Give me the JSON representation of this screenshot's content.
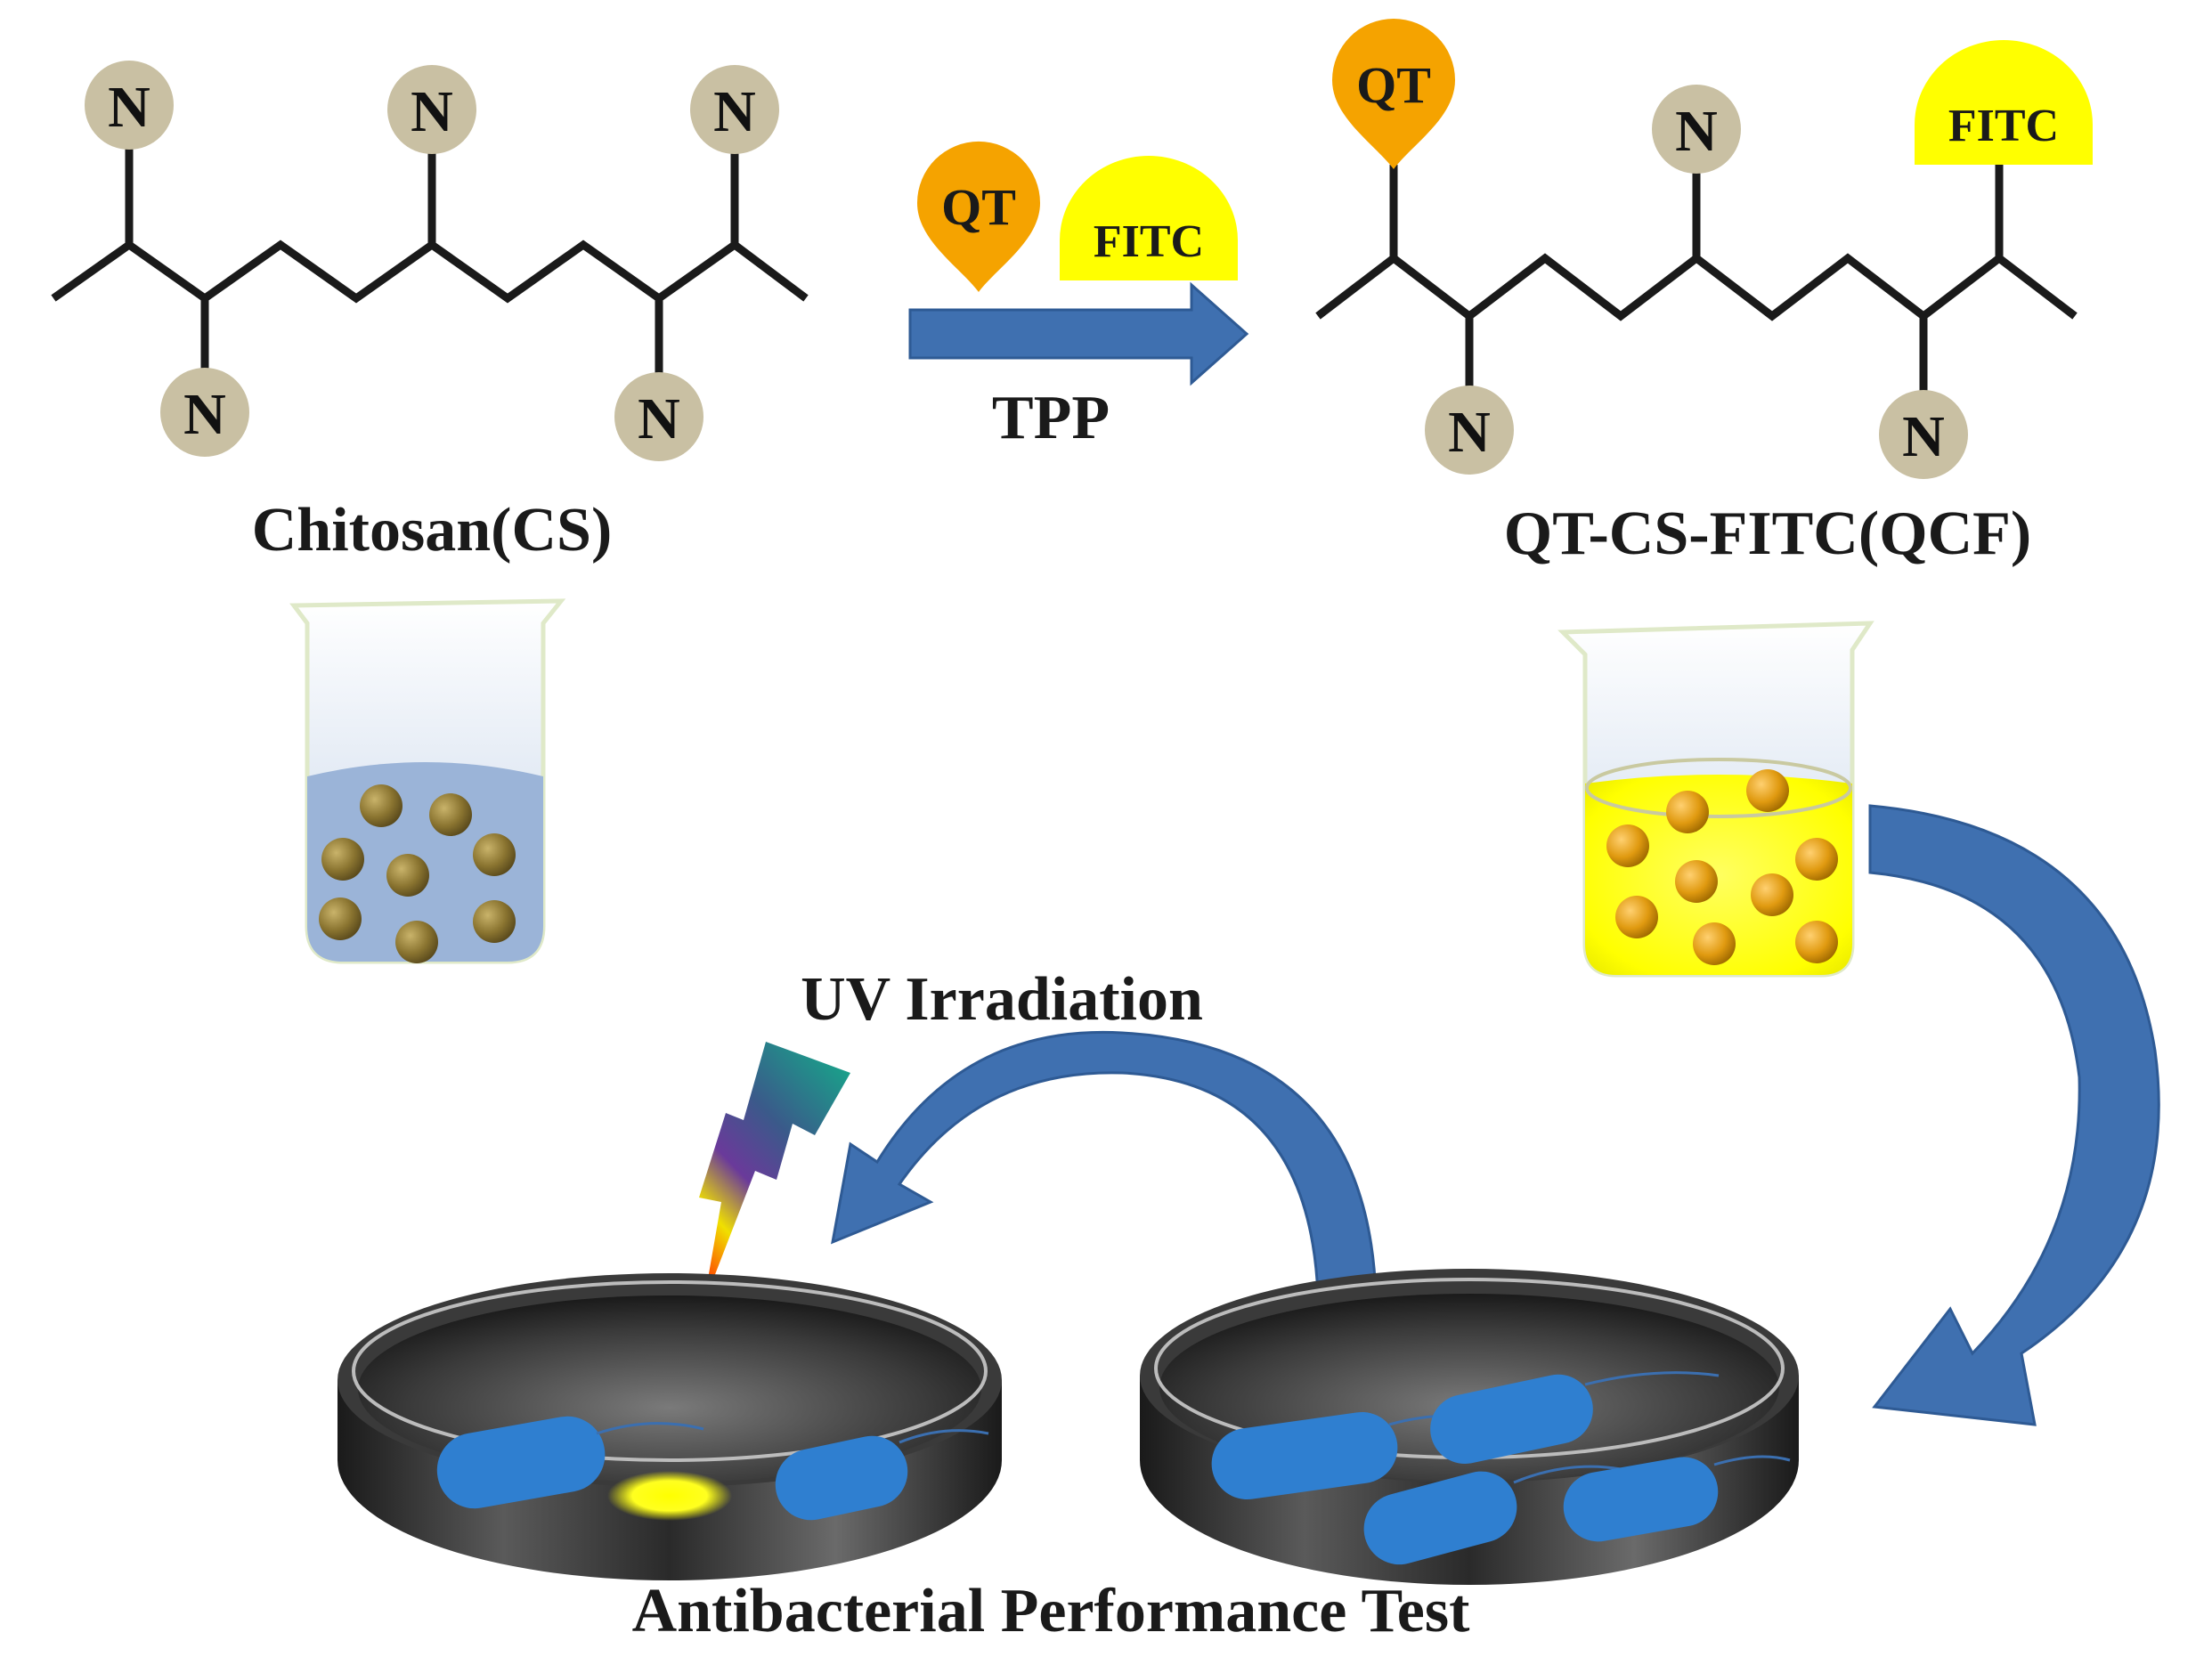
{
  "colors": {
    "background": "#ffffff",
    "bond": "#1a1a1a",
    "n_circle": "#c9c0a3",
    "qt": "#f5a300",
    "fitc": "#ffff00",
    "arrow_blue": "#3f70b0",
    "arrow_blue_dark": "#2e5a94",
    "bead_brown": "#8a7430",
    "bead_orange": "#e09a10",
    "beaker_liquid_blue": "#9bb4d8",
    "beaker_liquid_yellow": "#ffff33",
    "bacteria_blue": "#2f7fd0",
    "dish_dark": "#2a2a2a"
  },
  "reaction": {
    "reactant_label": "Chitosan(CS)",
    "product_label": "QT-CS-FITC(QCF)",
    "reagent_label": "TPP",
    "qt_label": "QT",
    "fitc_label": "FITC",
    "n_label": "N"
  },
  "process": {
    "uv_label": "UV Irradiation",
    "test_label": "Antibacterial Performance Test"
  },
  "icons": [
    "beaker-icon",
    "lightning-bolt-icon",
    "petri-dish-icon",
    "bacterium-icon",
    "curved-arrow-icon"
  ]
}
